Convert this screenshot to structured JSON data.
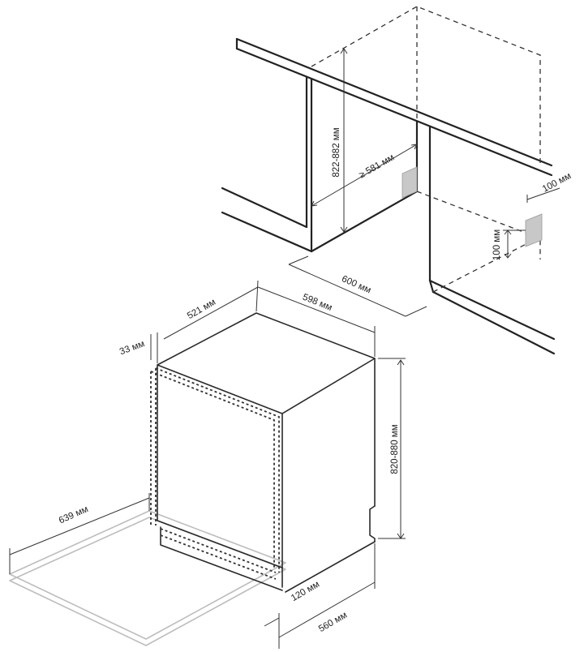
{
  "colors": {
    "line": "#2a2a2a",
    "outlet": "#c8c8c8",
    "floor": "#bdbdbd",
    "background": "#ffffff"
  },
  "dimensions": {
    "niche_height": "822-882 мм",
    "niche_depth": "≥ 581 мм",
    "niche_width": "600 мм",
    "outlet_offset_horizontal": "100 мм",
    "outlet_offset_vertical": "100 мм",
    "appliance_depth": "521 мм",
    "appliance_width": "598 мм",
    "panel_thickness": "33 мм",
    "appliance_height": "820-880 мм",
    "door_swing": "639 мм",
    "plinth_height": "120 мм",
    "base_depth": "560 мм"
  }
}
